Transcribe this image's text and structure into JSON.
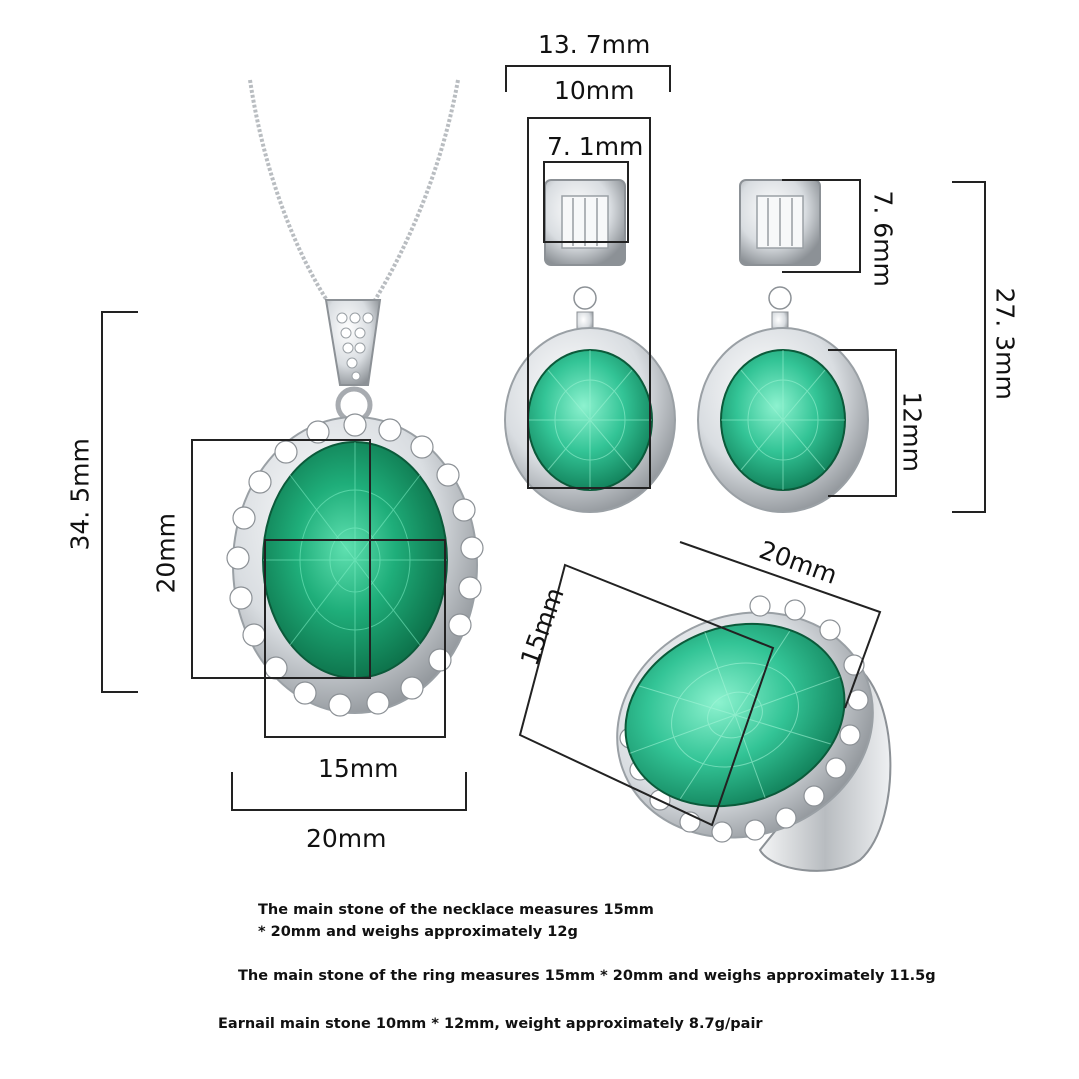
{
  "colors": {
    "emerald": "#1fae7a",
    "emerald_dark": "#0b6b45",
    "silver": "#d9dde1",
    "line": "#222222"
  },
  "labels": {
    "necklace_height": "34. 5mm",
    "necklace_stone_height": "20mm",
    "necklace_stone_width": "15mm",
    "necklace_width": "20mm",
    "earring_total_width": "13. 7mm",
    "earring_stone_width": "10mm",
    "earring_top_width": "7. 1mm",
    "earring_top_height": "7. 6mm",
    "earring_total_height": "27. 3mm",
    "earring_stone_height": "12mm",
    "ring_stone_length": "20mm",
    "ring_stone_width": "15mm"
  },
  "captions": {
    "necklace_line1": "The main stone of the necklace measures 15mm",
    "necklace_line2": "* 20mm and weighs approximately 12g",
    "ring": "The main stone of the ring measures 15mm * 20mm and weighs approximately 11.5g",
    "earnail": "Earnail main stone 10mm * 12mm, weight approximately 8.7g/pair"
  }
}
